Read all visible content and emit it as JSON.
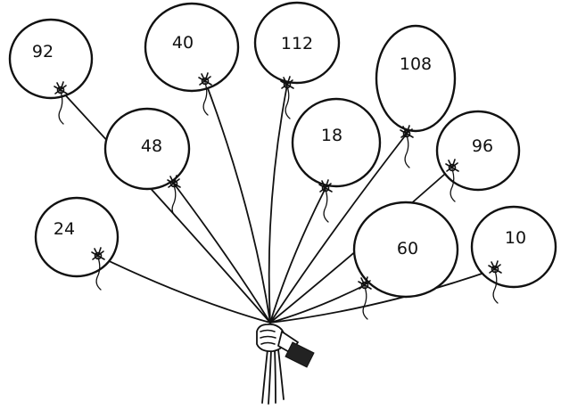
{
  "balloons": [
    {
      "id": "92",
      "label": "92"
    },
    {
      "id": "40",
      "label": "40"
    },
    {
      "id": "112",
      "label": "112"
    },
    {
      "id": "108",
      "label": "108"
    },
    {
      "id": "48",
      "label": "48"
    },
    {
      "id": "18",
      "label": "18"
    },
    {
      "id": "96",
      "label": "96"
    },
    {
      "id": "24",
      "label": "24"
    },
    {
      "id": "60",
      "label": "60"
    },
    {
      "id": "10",
      "label": "10"
    }
  ]
}
